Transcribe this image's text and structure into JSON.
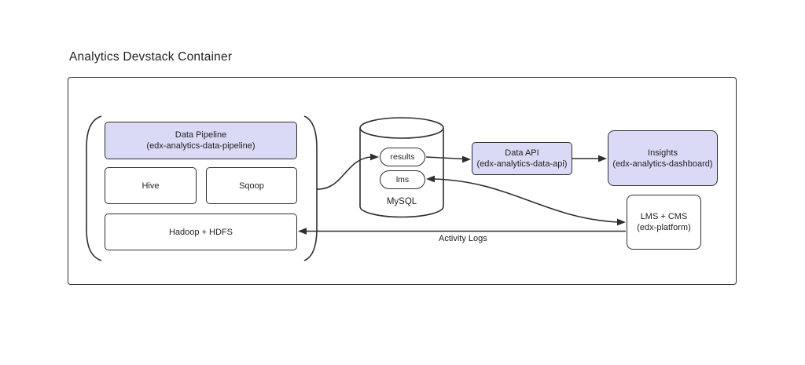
{
  "title": "Analytics Devstack Container",
  "colors": {
    "node_fill_accent": "#dbdaf6",
    "node_fill_plain": "#ffffff",
    "line": "#2e2e2e",
    "text": "#1e1e1e",
    "background": "#ffffff"
  },
  "pipeline_group": {
    "data_pipeline": {
      "line1": "Data Pipeline",
      "line2": "(edx-analytics-data-pipeline)"
    },
    "hive": {
      "label": "Hive"
    },
    "sqoop": {
      "label": "Sqoop"
    },
    "hadoop": {
      "label": "Hadoop + HDFS"
    }
  },
  "database": {
    "label": "MySQL",
    "tables": [
      "results",
      "lms"
    ]
  },
  "data_api": {
    "line1": "Data API",
    "line2": "(edx-analytics-data-api)"
  },
  "insights": {
    "line1": "Insights",
    "line2": "(edx-analytics-dashboard)"
  },
  "lms_cms": {
    "line1": "LMS + CMS",
    "line2": "(edx-platform)"
  },
  "edges": {
    "activity_logs_label": "Activity Logs"
  }
}
